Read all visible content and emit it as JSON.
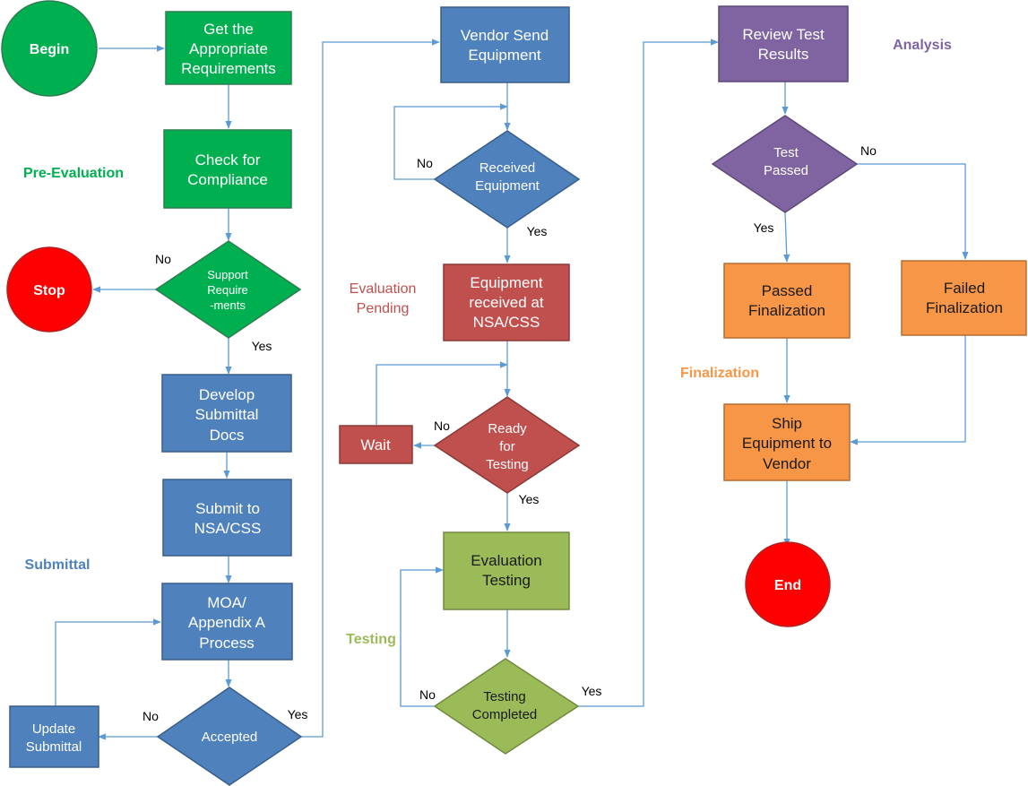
{
  "colors": {
    "green": "#00b050",
    "blue": "#4f81bd",
    "red_node": "#c0504d",
    "olive": "#9bbb59",
    "purple": "#8064a2",
    "orange": "#f79646",
    "stop_red": "#ff0000",
    "edge": "#5b9bd5"
  },
  "stages": {
    "pre_evaluation": "Pre-Evaluation",
    "submittal": "Submittal",
    "evaluation_pending_1": "Evaluation",
    "evaluation_pending_2": "Pending",
    "testing": "Testing",
    "analysis": "Analysis",
    "finalization": "Finalization"
  },
  "nodes": {
    "begin": "Begin",
    "stop": "Stop",
    "end": "End",
    "get_req": [
      "Get the",
      "Appropriate",
      "Requirements"
    ],
    "check_comp": [
      "Check for",
      "Compliance"
    ],
    "support_req": [
      "Support",
      "Require",
      "-ments"
    ],
    "develop": [
      "Develop",
      "Submittal",
      "Docs"
    ],
    "submit": [
      "Submit to",
      "NSA/CSS"
    ],
    "moa": [
      "MOA/",
      "Appendix A",
      "Process"
    ],
    "accepted": "Accepted",
    "update": [
      "Update",
      "Submittal"
    ],
    "vendor_send": [
      "Vendor Send",
      "Equipment"
    ],
    "received": [
      "Received",
      "Equipment"
    ],
    "equip_recv": [
      "Equipment",
      "received at",
      "NSA/CSS"
    ],
    "ready": [
      "Ready",
      "for",
      "Testing"
    ],
    "wait": "Wait",
    "eval_testing": [
      "Evaluation",
      "Testing"
    ],
    "testing_completed": [
      "Testing",
      "Completed"
    ],
    "review": [
      "Review Test",
      "Results"
    ],
    "test_passed": [
      "Test",
      "Passed"
    ],
    "passed_final": [
      "Passed",
      "Finalization"
    ],
    "failed_final": [
      "Failed",
      "Finalization"
    ],
    "ship": [
      "Ship",
      "Equipment to",
      "Vendor"
    ]
  },
  "edge_labels": {
    "no": "No",
    "yes": "Yes"
  }
}
